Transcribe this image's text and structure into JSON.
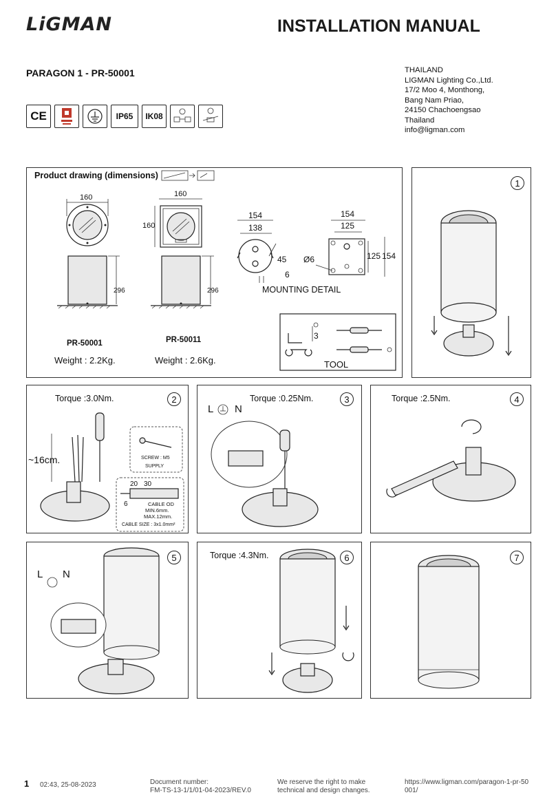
{
  "header": {
    "brand": "LiGMAN",
    "title": "INSTALLATION MANUAL",
    "product": "PARAGON 1 - PR-50001"
  },
  "address": [
    "THAILAND",
    "LIGMAN Lighting Co.,Ltd.",
    "17/2 Moo 4, Monthong,",
    "Bang Nam Priao,",
    "24150 Chachoengsao",
    "Thailand",
    "info@ligman.com"
  ],
  "cert_icons": [
    {
      "name": "ce-mark-icon",
      "text": "CE"
    },
    {
      "name": "quality-cert-icon",
      "text": ""
    },
    {
      "name": "earth-ground-icon",
      "text": ""
    },
    {
      "name": "ip-rating-icon",
      "text": "IP65"
    },
    {
      "name": "ik-rating-icon",
      "text": "IK08"
    },
    {
      "name": "driver-icon",
      "text": ""
    },
    {
      "name": "inground-icon",
      "text": ""
    }
  ],
  "drawing": {
    "title": "Product drawing (dimensions)",
    "dim_width_1": "160",
    "dim_width_2": "160",
    "dim_depth_2": "160",
    "dim_height_1": "296",
    "dim_height_2": "296",
    "model_1": "PR-50001",
    "model_2": "PR-50011",
    "weight_1": "Weight : 2.2Kg.",
    "weight_2": "Weight : 2.6Kg.",
    "mount": {
      "a": "154",
      "b": "138",
      "c": "45",
      "d": "6",
      "e": "154",
      "f": "125",
      "g": "125",
      "h": "154",
      "dia": "Ø6",
      "caption": "MOUNTING DETAIL"
    },
    "tool": {
      "hex": "3",
      "caption": "TOOL"
    }
  },
  "steps": [
    {
      "num": "1",
      "torque": ""
    },
    {
      "num": "2",
      "torque": "Torque :3.0Nm.",
      "length": "~16cm.",
      "screw_label": "SCREW : M5",
      "screw_supply": "SUPPLY",
      "strip_a": "20",
      "strip_b": "30",
      "strip_c": "6",
      "cable_od": "CABLE OD",
      "cable_min": "MIN.6mm.",
      "cable_max": "MAX.12mm.",
      "cable_size": "CABLE SIZE : 3x1.0mm²"
    },
    {
      "num": "3",
      "torque": "Torque :0.25Nm.",
      "l": "L",
      "n": "N"
    },
    {
      "num": "4",
      "torque": "Torque :2.5Nm."
    },
    {
      "num": "5",
      "torque": "",
      "l": "L",
      "n": "N"
    },
    {
      "num": "6",
      "torque": "Torque :4.3Nm."
    },
    {
      "num": "7",
      "torque": ""
    }
  ],
  "footer": {
    "page": "1",
    "timestamp": "02:43, 25-08-2023",
    "docnum_label": "Document number:",
    "docnum": "FM-TS-13-1/1/01-04-2023/REV.0",
    "reserve_1": "We reserve the right to make",
    "reserve_2": "technical and design changes.",
    "url_1": "https://www.ligman.com/paragon-1-pr-50",
    "url_2": "001/"
  }
}
